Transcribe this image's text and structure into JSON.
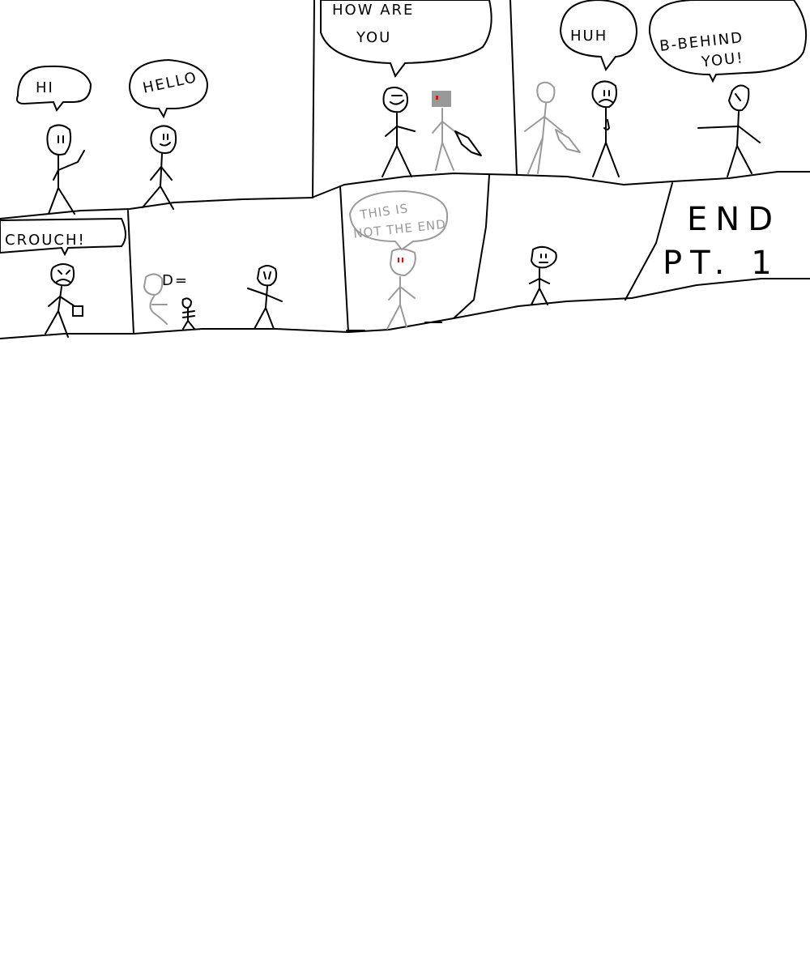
{
  "panels": {
    "hi": {
      "speech": "HI"
    },
    "hello": {
      "speech": "HELLO"
    },
    "how_are_you": {
      "speech_line1": "HOW ARE",
      "speech_line2": "YOU"
    },
    "huh": {
      "speech": "HUH"
    },
    "behind_you": {
      "speech_line1": "B-BEHIND",
      "speech_line2": "YOU!"
    },
    "crouch": {
      "caption": "CROUCH!"
    },
    "enemy_face": {
      "label": "D="
    },
    "not_the_end": {
      "speech_line1": "THIS IS",
      "speech_line2": "NOT THE END"
    },
    "end": {
      "line1": "END",
      "line2": "PT. 1"
    }
  },
  "colors": {
    "ink": "#000000",
    "ghost": "#999999",
    "eyes": "#ff0000",
    "background": "#ffffff"
  }
}
